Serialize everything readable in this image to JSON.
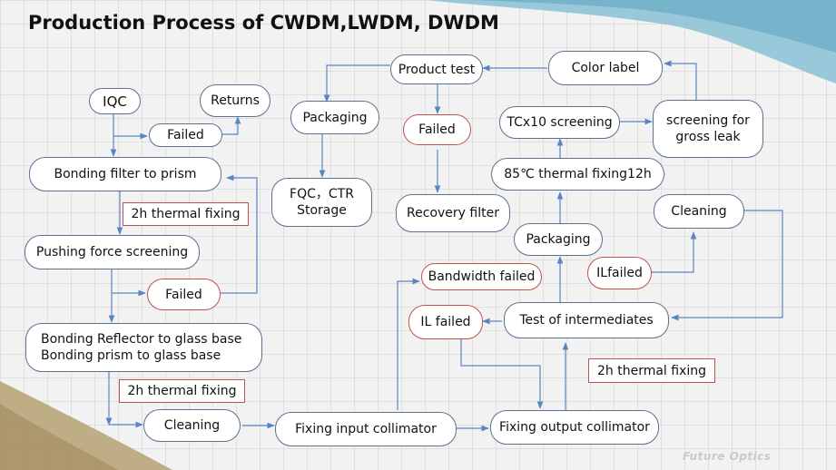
{
  "title": "Production Process of CWDM,LWDM, DWDM",
  "nodes": {
    "iqc": "IQC",
    "returns": "Returns",
    "failed_top": "Failed",
    "bonding_filter": "Bonding filter to prism",
    "thermal_fixing_1": "2h thermal fixing",
    "pushing_force": "Pushing force screening",
    "failed_mid": "Failed",
    "bonding_reflector": [
      "Bonding Reflector to glass base",
      "Bonding prism to glass base"
    ],
    "thermal_fixing_2": "2h thermal fixing",
    "cleaning_bottom": "Cleaning",
    "fixing_input": "Fixing input collimator",
    "fixing_output": "Fixing output collimator",
    "thermal_fixing_3": "2h thermal fixing",
    "il_failed_left": "IL failed",
    "test_intermediates": "Test of intermediates",
    "bandwidth_failed": "Bandwidth failed",
    "il_failed_right": "ILfailed",
    "packaging_mid": "Packaging",
    "cleaning_right": "Cleaning",
    "thermal_85": "85℃ thermal fixing12h",
    "tcx10": "TCx10 screening",
    "gross_leak": [
      "screening for",
      "gross leak"
    ],
    "color_label": "Color label",
    "product_test": "Product test",
    "packaging_top": "Packaging",
    "failed_product": "Failed",
    "storage": [
      "FQC，CTR",
      "Storage"
    ],
    "recovery_filter": "Recovery filter"
  },
  "watermark": "Future Optics",
  "colors": {
    "pill_border": "#5a7190",
    "failed_border": "#c0504d",
    "arrow": "#5b84c4",
    "wave_top": "#8ec3d6",
    "wave_bottom": "#b9a57a"
  }
}
